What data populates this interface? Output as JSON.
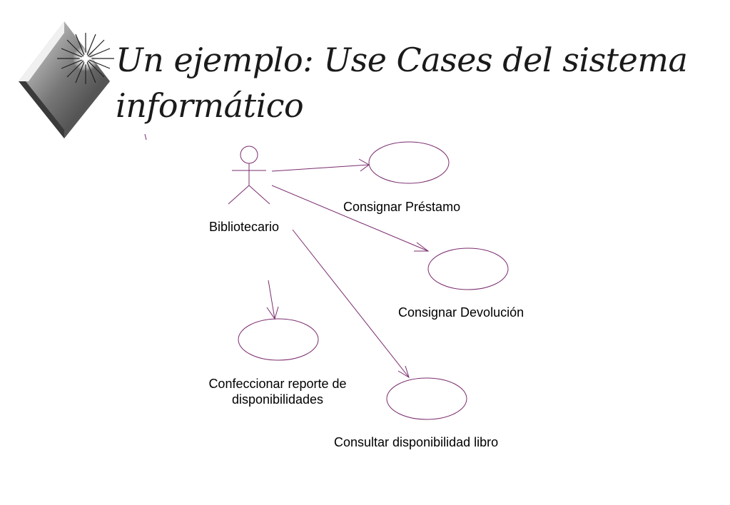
{
  "slide": {
    "title": "Un ejemplo: Use Cases del sistema informático"
  },
  "diagram": {
    "actor": {
      "name": "Bibliotecario"
    },
    "use_cases": [
      {
        "label": "Consignar Préstamo"
      },
      {
        "label": "Consignar Devolución"
      },
      {
        "label_line1": "Confeccionar reporte de",
        "label_line2": "disponibilidades"
      },
      {
        "label": "Consultar disponibilidad libro"
      }
    ],
    "colors": {
      "line": "#7a2c6e",
      "actor": "#7a2c6e"
    }
  }
}
